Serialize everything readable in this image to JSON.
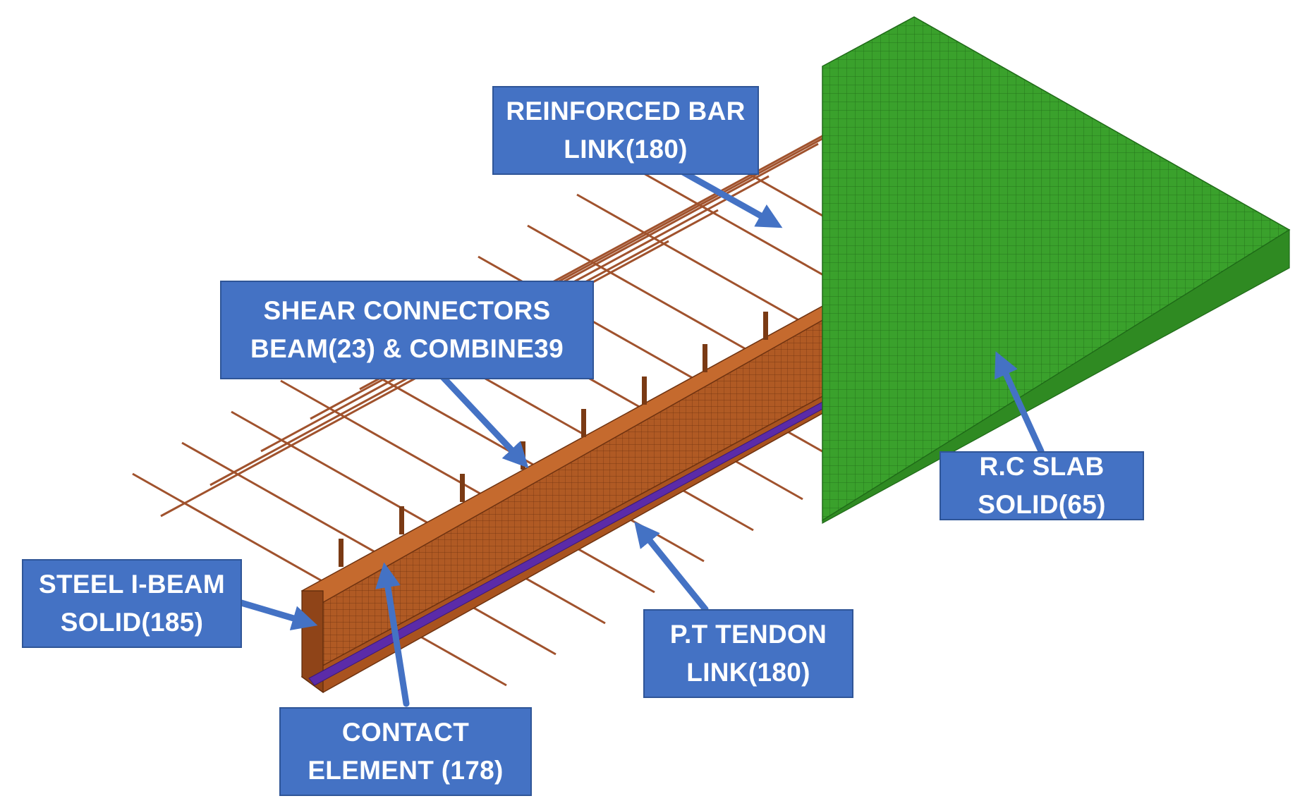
{
  "labels": {
    "reinforced_bar": {
      "line1": "REINFORCED BAR",
      "line2": "LINK(180)"
    },
    "shear_connectors": {
      "line1": "SHEAR CONNECTORS",
      "line2": "BEAM(23) & COMBINE39"
    },
    "rc_slab": {
      "line1": "R.C SLAB",
      "line2": "SOLID(65)"
    },
    "steel_beam": {
      "line1": "STEEL I-BEAM",
      "line2": "SOLID(185)"
    },
    "pt_tendon": {
      "line1": "P.T TENDON",
      "line2": "LINK(180)"
    },
    "contact_element": {
      "line1": "CONTACT",
      "line2": "ELEMENT (178)"
    }
  },
  "colors": {
    "callout_fill": "#4472c4",
    "callout_border": "#2f5597",
    "arrow": "#4472c4",
    "slab_green": "#3aa12c",
    "rebar_brown": "#a0522d",
    "beam_brown": "#b4602a",
    "tendon_purple": "#5b2ba8"
  }
}
